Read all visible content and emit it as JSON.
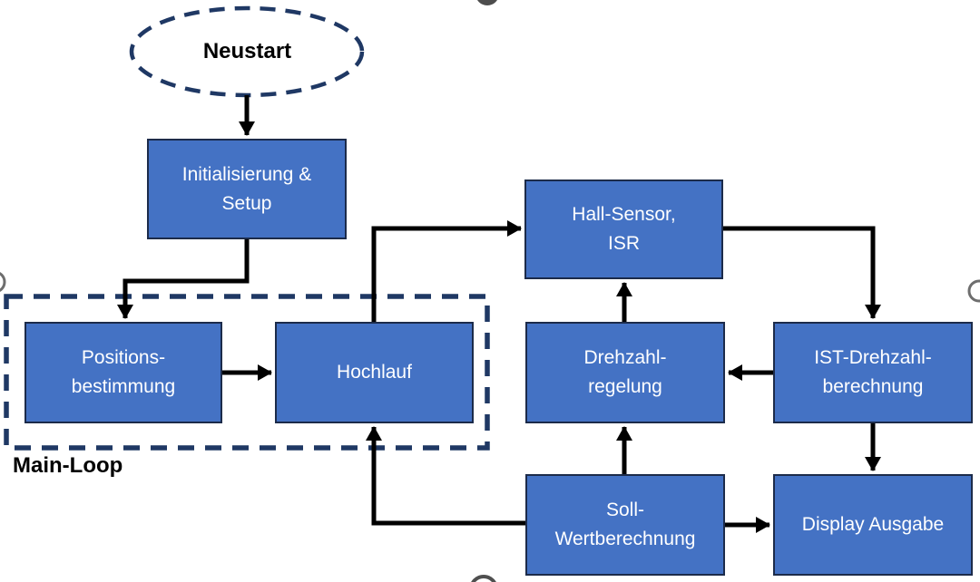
{
  "diagram": {
    "language": "de",
    "type": "flowchart"
  },
  "nodes": {
    "neustart": {
      "label": "Neustart"
    },
    "init": {
      "line1": "Initialisierung &",
      "line2": "Setup"
    },
    "positionsbestimmung": {
      "line1": "Positions-",
      "line2": "bestimmung"
    },
    "hochlauf": {
      "line1": "Hochlauf"
    },
    "hall_sensor_isr": {
      "line1": "Hall-Sensor,",
      "line2": "ISR"
    },
    "drehzahlregelung": {
      "line1": "Drehzahl-",
      "line2": "regelung"
    },
    "ist_drehzahlberechnung": {
      "line1": "IST-Drehzahl-",
      "line2": "berechnung"
    },
    "soll_wertberechnung": {
      "line1": "Soll-",
      "line2": "Wertberechnung"
    },
    "display_ausgabe": {
      "line1": "Display Ausgabe"
    }
  },
  "labels": {
    "main_loop": "Main-Loop"
  },
  "edges": [
    {
      "from": "neustart",
      "to": "init"
    },
    {
      "from": "init",
      "to": "positionsbestimmung"
    },
    {
      "from": "positionsbestimmung",
      "to": "hochlauf"
    },
    {
      "from": "hochlauf",
      "to": "hall_sensor_isr"
    },
    {
      "from": "hall_sensor_isr",
      "to": "ist_drehzahlberechnung"
    },
    {
      "from": "ist_drehzahlberechnung",
      "to": "drehzahlregelung"
    },
    {
      "from": "drehzahlregelung",
      "to": "hall_sensor_isr"
    },
    {
      "from": "soll_wertberechnung",
      "to": "drehzahlregelung"
    },
    {
      "from": "ist_drehzahlberechnung",
      "to": "display_ausgabe"
    },
    {
      "from": "soll_wertberechnung",
      "to": "display_ausgabe"
    },
    {
      "from": "soll_wertberechnung",
      "to": "hochlauf"
    }
  ],
  "colors": {
    "box_fill": "#4472C4",
    "box_border": "#1c2b4a",
    "dashed_outline": "#1F3864",
    "arrow": "#000000",
    "text_on_box": "#FFFFFF",
    "text_label": "#000000",
    "handle_gray": "#5a5a5a"
  }
}
